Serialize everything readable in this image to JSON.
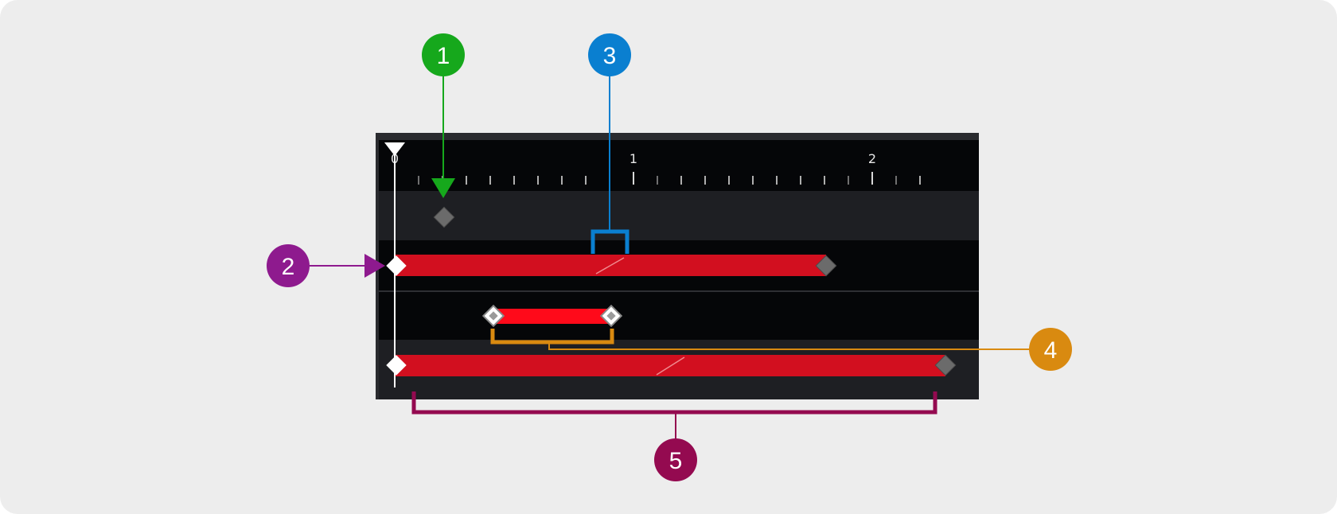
{
  "timeline": {
    "ruler_labels": [
      "0",
      "1",
      "2"
    ]
  },
  "callouts": [
    {
      "number": "1",
      "color": "#16a81c"
    },
    {
      "number": "2",
      "color": "#8e1a8e"
    },
    {
      "number": "3",
      "color": "#0a7fd0"
    },
    {
      "number": "4",
      "color": "#d98a10"
    },
    {
      "number": "5",
      "color": "#940a50"
    }
  ],
  "colors": {
    "clip": "#d20f1f",
    "clip_selected": "#ff0a1a",
    "panel": "#050608",
    "row_light": "#1e1f23",
    "keyframe_active": "#ffffff",
    "keyframe_inactive": "#6b6b6b"
  }
}
